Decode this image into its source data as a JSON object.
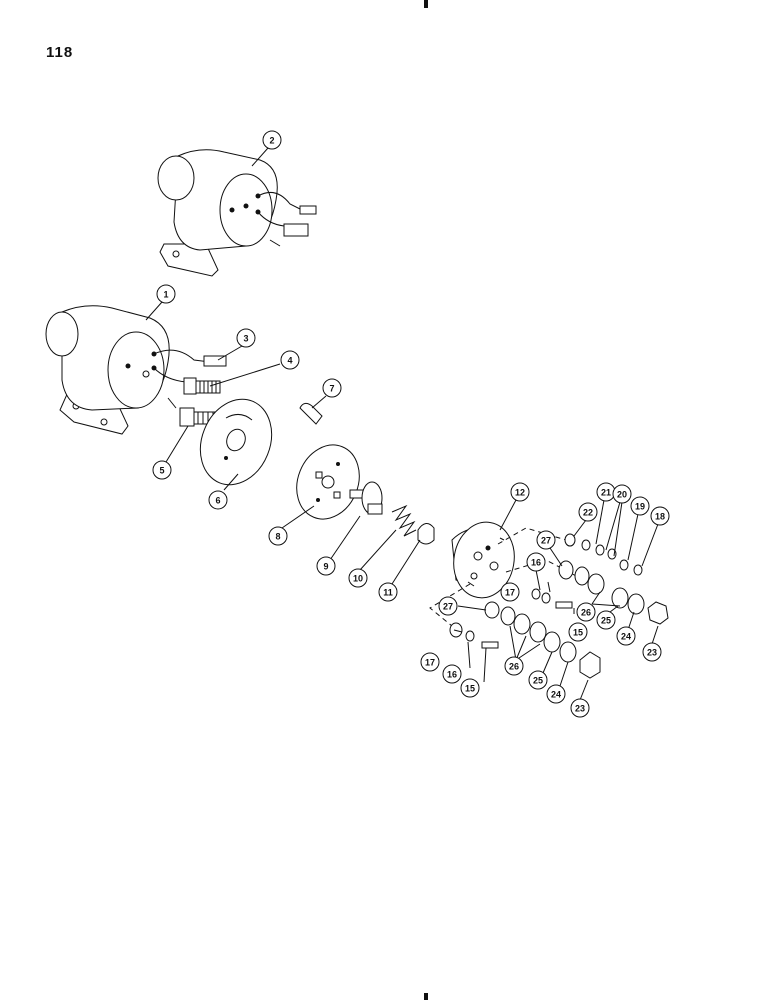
{
  "page": {
    "number": "118"
  },
  "callouts": [
    {
      "id": "c1",
      "label": "1"
    },
    {
      "id": "c2",
      "label": "2"
    },
    {
      "id": "c3",
      "label": "3"
    },
    {
      "id": "c4",
      "label": "4"
    },
    {
      "id": "c5",
      "label": "5"
    },
    {
      "id": "c6",
      "label": "6"
    },
    {
      "id": "c7",
      "label": "7"
    },
    {
      "id": "c8",
      "label": "8"
    },
    {
      "id": "c9",
      "label": "9"
    },
    {
      "id": "c10",
      "label": "10"
    },
    {
      "id": "c11",
      "label": "11"
    },
    {
      "id": "c12",
      "label": "12"
    },
    {
      "id": "c22",
      "label": "22"
    },
    {
      "id": "c21",
      "label": "21"
    },
    {
      "id": "c20",
      "label": "20"
    },
    {
      "id": "c19",
      "label": "19"
    },
    {
      "id": "c18",
      "label": "18"
    },
    {
      "id": "c27a",
      "label": "27"
    },
    {
      "id": "c16a",
      "label": "16"
    },
    {
      "id": "c17a",
      "label": "17"
    },
    {
      "id": "c26a",
      "label": "26"
    },
    {
      "id": "c15a",
      "label": "15"
    },
    {
      "id": "c25a",
      "label": "25"
    },
    {
      "id": "c24a",
      "label": "24"
    },
    {
      "id": "c23a",
      "label": "23"
    },
    {
      "id": "c27b",
      "label": "27"
    },
    {
      "id": "c17b",
      "label": "17"
    },
    {
      "id": "c16b",
      "label": "16"
    },
    {
      "id": "c15b",
      "label": "15"
    },
    {
      "id": "c26b",
      "label": "26"
    },
    {
      "id": "c25b",
      "label": "25"
    },
    {
      "id": "c24b",
      "label": "24"
    },
    {
      "id": "c23b",
      "label": "23"
    }
  ]
}
